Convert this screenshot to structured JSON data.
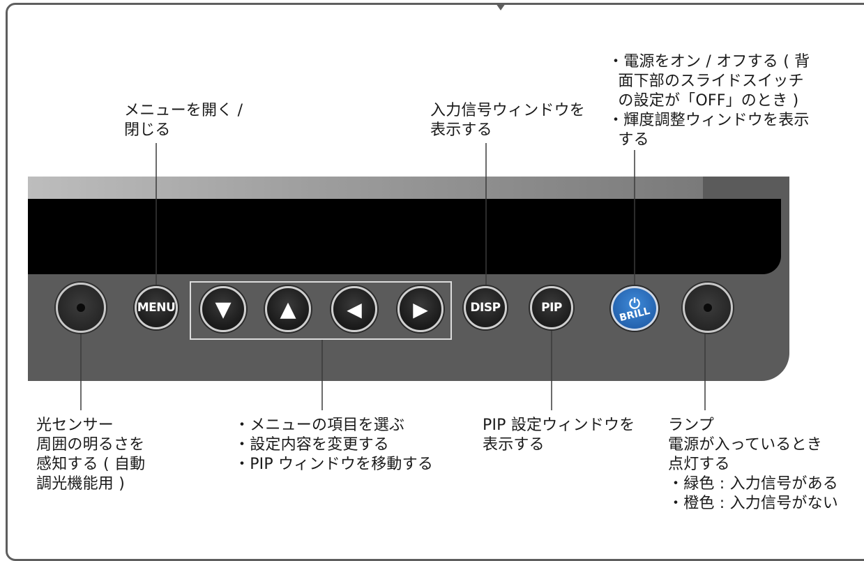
{
  "labels": {
    "menu": "メニューを開く /\n閉じる",
    "disp": "入力信号ウィンドウを\n表示する",
    "brill": "・電源をオン / オフする ( 背\n  面下部のスライドスイッチ\n  の設定が「OFF」のとき )\n・輝度調整ウィンドウを表示\n  する",
    "sensor": "光センサー\n周囲の明るさを\n感知する ( 自動\n調光機能用 )",
    "arrows": "・メニューの項目を選ぶ\n・設定内容を変更する\n・PIP ウィンドウを移動する",
    "pip": "PIP 設定ウィンドウを\n表示する",
    "lamp": "ランプ\n電源が入っているとき\n点灯する\n・緑色 : 入力信号がある\n・橙色 : 入力信号がない"
  },
  "buttons": {
    "menu": "MENU",
    "disp": "DISP",
    "pip": "PIP",
    "brill": "BRILL",
    "down": "▼",
    "up": "▲",
    "left": "◀",
    "right": "▶",
    "power": "⏻"
  },
  "colors": {
    "bezel": "#5b5b5b",
    "screen": "#000000",
    "button": "#1d1d1d",
    "brill_button": "#2361ad",
    "leader_line": "#3a3a3a"
  }
}
